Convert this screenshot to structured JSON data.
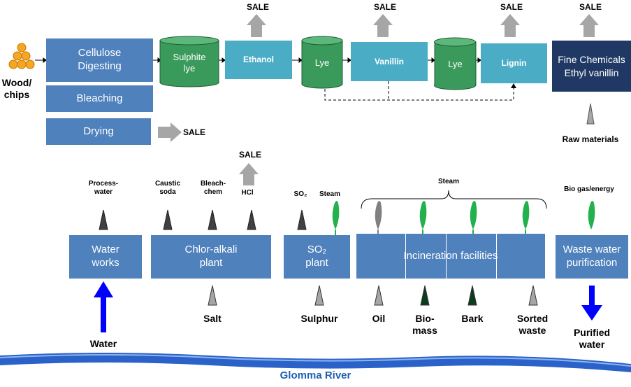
{
  "input": {
    "wood_chips": "Wood/\nchips"
  },
  "pulp": {
    "cellulose": "Cellulose\nDigesting",
    "bleaching": "Bleaching",
    "drying": "Drying"
  },
  "tanks": {
    "sulphite_lye": "Sulphite\nlye",
    "lye1": "Lye",
    "lye2": "Lye"
  },
  "products": {
    "ethanol": "Ethanol",
    "vanillin": "Vanillin",
    "lignin": "Lignin",
    "fine_chemicals": "Fine Chemicals\nEthyl vanillin"
  },
  "sale": "SALE",
  "raw_materials": "Raw materials",
  "plants": {
    "water_works": "Water\nworks",
    "chlor_alkali": "Chlor-alkali\nplant",
    "so2_plant": "SO₂\nplant",
    "incineration": "Incineration  facilities",
    "waste_water": "Waste water\npurification"
  },
  "outputs": {
    "process_water": "Process-\nwater",
    "caustic_soda": "Caustic\nsoda",
    "bleach_chem": "Bleach-\nchem",
    "hcl": "HCl",
    "so2": "SO₂",
    "steam": "Steam",
    "steam_group": "Steam",
    "bio_gas": "Bio gas/energy"
  },
  "inputs": {
    "water": "Water",
    "salt": "Salt",
    "sulphur": "Sulphur",
    "oil": "Oil",
    "biomass": "Bio-\nmass",
    "bark": "Bark",
    "sorted_waste": "Sorted\nwaste",
    "purified_water": "Purified\nwater"
  },
  "river": "Glomma River",
  "colors": {
    "box_blue": "#4f81bd",
    "teal": "#4bacc6",
    "navy": "#1f3864",
    "tank_green": "#3a9a5c",
    "arrow_gray": "#a6a6a6",
    "steam_green": "#22b14c",
    "river_blue": "#1f5fb4"
  }
}
